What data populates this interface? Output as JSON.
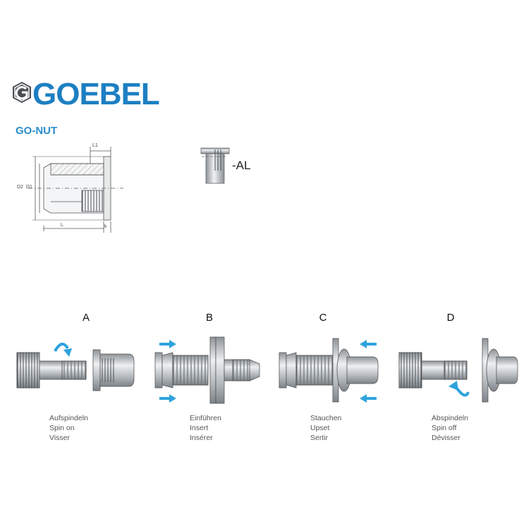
{
  "brand": {
    "name": "GOEBEL",
    "color": "#1d7fc2",
    "icon": "hexagon-g-logo-icon"
  },
  "product": {
    "name": "GO-NUT",
    "variant": "-AL"
  },
  "drawing": {
    "labels": {
      "l1": "L1",
      "d2": "D2",
      "d1": "D1",
      "l": "L",
      "k": "k"
    }
  },
  "steps": [
    {
      "letter": "A",
      "lines": [
        "Aufspindeln",
        "Spin on",
        "Visser"
      ]
    },
    {
      "letter": "B",
      "lines": [
        "Einführen",
        "Insert",
        "Insérer"
      ]
    },
    {
      "letter": "C",
      "lines": [
        "Stauchen",
        "Upset",
        "Sertir"
      ]
    },
    {
      "letter": "D",
      "lines": [
        "Abspindeln",
        "Spin off",
        "Dévisser"
      ]
    }
  ],
  "colors": {
    "arrow": "#2ea3dc",
    "metal": "#b9bec3",
    "line": "#555555"
  }
}
